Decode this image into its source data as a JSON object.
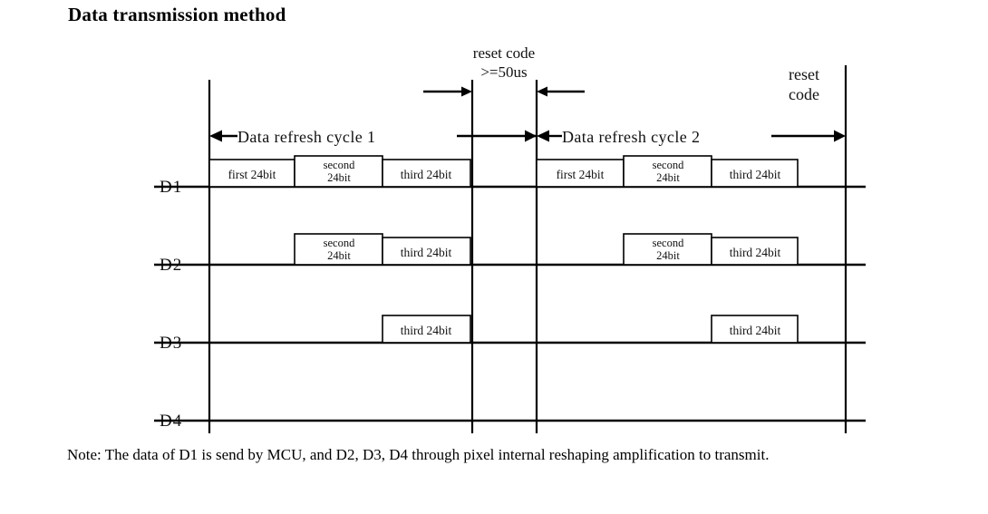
{
  "page": {
    "title": "Data transmission method",
    "note": "Note: The data of D1 is send by MCU, and D2, D3, D4 through pixel internal reshaping amplification to transmit."
  },
  "annotations": {
    "reset_code_top_line1": "reset code",
    "reset_code_top_line2": ">=50us",
    "reset_code_right_line1": "reset",
    "reset_code_right_line2": "code",
    "cycle1": "Data refresh cycle 1",
    "cycle2": "Data refresh cycle 2"
  },
  "rows": [
    {
      "label": "D1"
    },
    {
      "label": "D2"
    },
    {
      "label": "D3"
    },
    {
      "label": "D4"
    }
  ],
  "packets": {
    "first": "first 24bit",
    "second_l1": "second",
    "second_l2": "24bit",
    "third": "third 24bit"
  },
  "chart_data": {
    "type": "table",
    "title": "Data transmission method",
    "description": "Cascaded pixel timing diagram: each data refresh cycle transmits three 24-bit packets; each successive pixel D1..D4 strips one packet.",
    "cycles": [
      "Data refresh cycle 1",
      "Data refresh cycle 2"
    ],
    "reset_code_duration": ">=50us",
    "signals": [
      {
        "name": "D1",
        "cycle1_packets": [
          "first 24bit",
          "second 24bit",
          "third 24bit"
        ],
        "cycle2_packets": [
          "first 24bit",
          "second 24bit",
          "third 24bit"
        ]
      },
      {
        "name": "D2",
        "cycle1_packets": [
          "second 24bit",
          "third 24bit"
        ],
        "cycle2_packets": [
          "second 24bit",
          "third 24bit"
        ]
      },
      {
        "name": "D3",
        "cycle1_packets": [
          "third 24bit"
        ],
        "cycle2_packets": [
          "third 24bit"
        ]
      },
      {
        "name": "D4",
        "cycle1_packets": [],
        "cycle2_packets": []
      }
    ]
  },
  "colors": {
    "ink": "#000000",
    "background": "#ffffff"
  }
}
